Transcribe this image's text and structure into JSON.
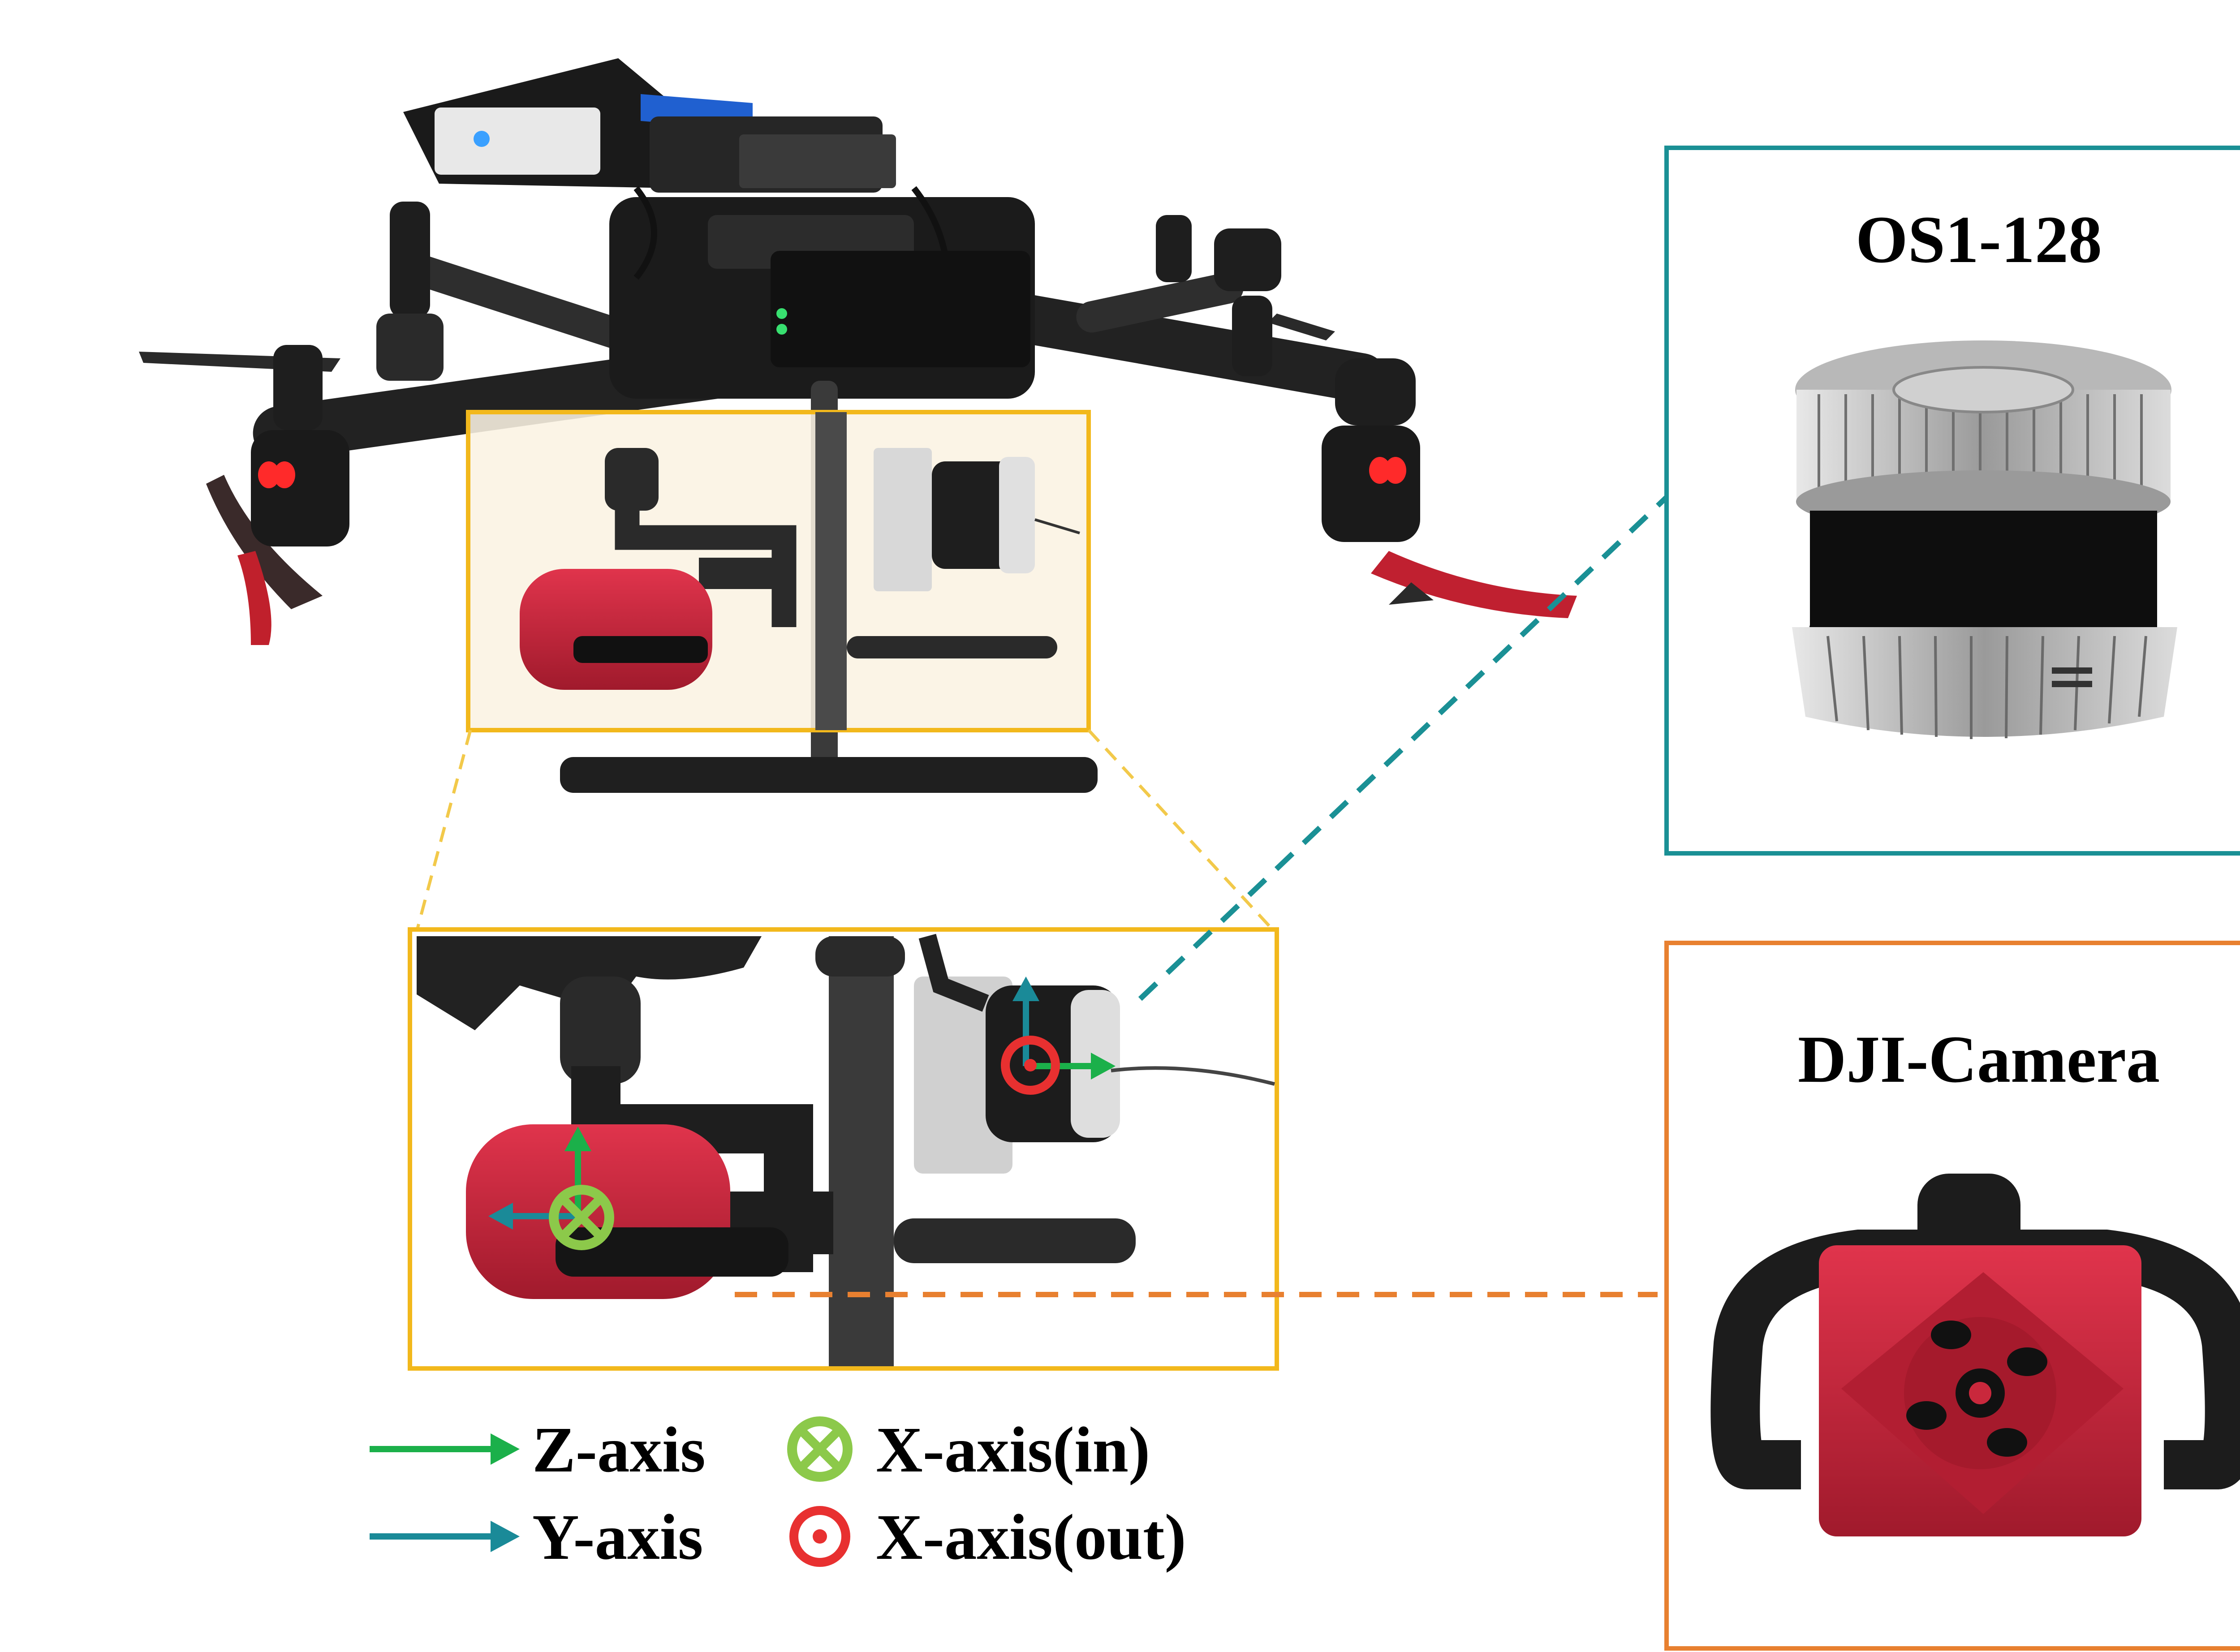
{
  "colors": {
    "lidar_box": "#1a9095",
    "camera_box": "#e88030",
    "zoom_box": "#f2b81c",
    "z_axis": "#1bb04a",
    "y_axis": "#1a8a98",
    "x_in": "#8cc94a",
    "x_out": "#e83030",
    "camera_red": "#c8243a",
    "drone_black": "#1c1c1c"
  },
  "panels": {
    "lidar": {
      "title": "OS1-128"
    },
    "camera": {
      "title": "DJI-Camera"
    }
  },
  "legend": {
    "z_axis": "Z-axis",
    "y_axis": "Y-axis",
    "x_in": "X-axis(in)",
    "x_out": "X-axis(out)"
  },
  "icons": [
    "drone-image",
    "lidar-sensor-image",
    "dji-camera-image",
    "arrow-icon",
    "circle-cross-icon",
    "circle-dot-icon"
  ]
}
